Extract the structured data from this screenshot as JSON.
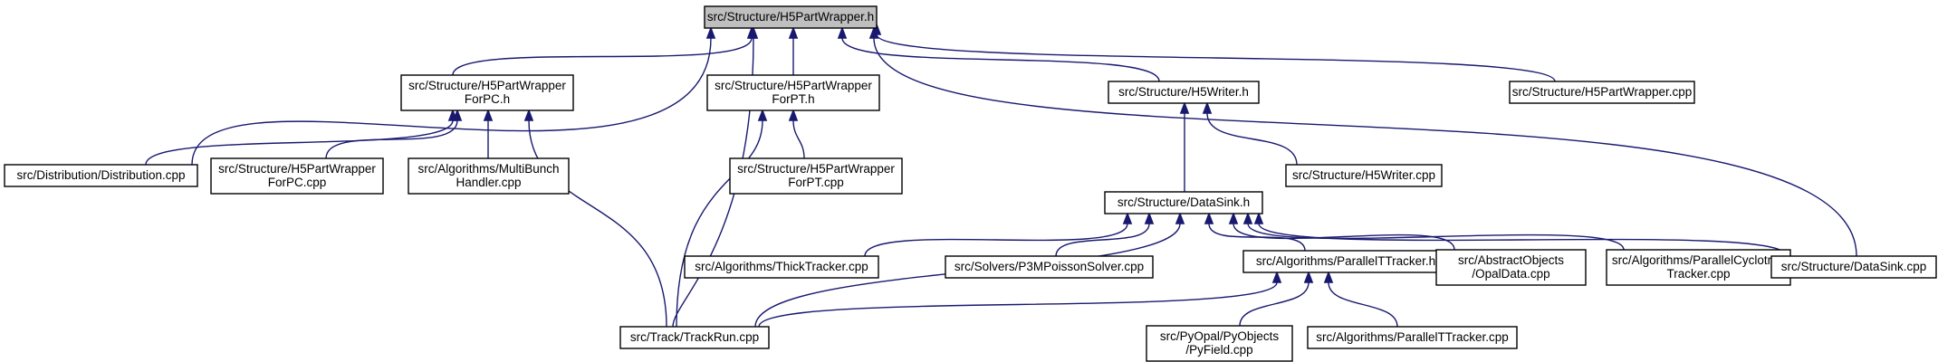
{
  "colors": {
    "edge": "#191970",
    "root_fill": "#bfbfbf",
    "node_fill": "#ffffff",
    "node_border": "#000000"
  },
  "nodes": [
    {
      "id": "h5pw_h",
      "lines": [
        "src/Structure/H5PartWrapper.h"
      ],
      "root": true
    },
    {
      "id": "pc_h",
      "lines": [
        "src/Structure/H5PartWrapper",
        "ForPC.h"
      ]
    },
    {
      "id": "pt_h",
      "lines": [
        "src/Structure/H5PartWrapper",
        "ForPT.h"
      ]
    },
    {
      "id": "writer_h",
      "lines": [
        "src/Structure/H5Writer.h"
      ]
    },
    {
      "id": "h5pw_cpp",
      "lines": [
        "src/Structure/H5PartWrapper.cpp"
      ]
    },
    {
      "id": "dist",
      "lines": [
        "src/Distribution/Distribution.cpp"
      ]
    },
    {
      "id": "pc_cpp",
      "lines": [
        "src/Structure/H5PartWrapper",
        "ForPC.cpp"
      ]
    },
    {
      "id": "multi",
      "lines": [
        "src/Algorithms/MultiBunch",
        "Handler.cpp"
      ]
    },
    {
      "id": "pt_cpp",
      "lines": [
        "src/Structure/H5PartWrapper",
        "ForPT.cpp"
      ]
    },
    {
      "id": "sink_h",
      "lines": [
        "src/Structure/DataSink.h"
      ]
    },
    {
      "id": "writer_cpp",
      "lines": [
        "src/Structure/H5Writer.cpp"
      ]
    },
    {
      "id": "thick",
      "lines": [
        "src/Algorithms/ThickTracker.cpp"
      ]
    },
    {
      "id": "p3m",
      "lines": [
        "src/Solvers/P3MPoissonSolver.cpp"
      ]
    },
    {
      "id": "ptt_h",
      "lines": [
        "src/Algorithms/ParallelTTracker.h"
      ]
    },
    {
      "id": "opal",
      "lines": [
        "src/AbstractObjects",
        "/OpalData.cpp"
      ]
    },
    {
      "id": "cyclo",
      "lines": [
        "src/Algorithms/ParallelCyclotron",
        "Tracker.cpp"
      ]
    },
    {
      "id": "sink_cpp",
      "lines": [
        "src/Structure/DataSink.cpp"
      ]
    },
    {
      "id": "track",
      "lines": [
        "src/Track/TrackRun.cpp"
      ]
    },
    {
      "id": "pyfield",
      "lines": [
        "src/PyOpal/PyObjects",
        "/PyField.cpp"
      ]
    },
    {
      "id": "ptt_cpp",
      "lines": [
        "src/Algorithms/ParallelTTracker.cpp"
      ]
    }
  ],
  "edges": [
    {
      "from": "dist",
      "to": "h5pw_h"
    },
    {
      "from": "pc_h",
      "to": "h5pw_h"
    },
    {
      "from": "track",
      "to": "h5pw_h"
    },
    {
      "from": "pt_h",
      "to": "h5pw_h"
    },
    {
      "from": "writer_h",
      "to": "h5pw_h"
    },
    {
      "from": "h5pw_cpp",
      "to": "h5pw_h"
    },
    {
      "from": "sink_cpp",
      "to": "h5pw_h"
    },
    {
      "from": "dist",
      "to": "pc_h"
    },
    {
      "from": "pc_cpp",
      "to": "pc_h"
    },
    {
      "from": "multi",
      "to": "pc_h"
    },
    {
      "from": "track",
      "to": "pc_h"
    },
    {
      "from": "pt_cpp",
      "to": "pt_h"
    },
    {
      "from": "track",
      "to": "pt_h"
    },
    {
      "from": "sink_h",
      "to": "writer_h"
    },
    {
      "from": "writer_cpp",
      "to": "writer_h"
    },
    {
      "from": "thick",
      "to": "sink_h"
    },
    {
      "from": "p3m",
      "to": "sink_h"
    },
    {
      "from": "track",
      "to": "sink_h"
    },
    {
      "from": "ptt_h",
      "to": "sink_h"
    },
    {
      "from": "opal",
      "to": "sink_h"
    },
    {
      "from": "cyclo",
      "to": "sink_h"
    },
    {
      "from": "sink_cpp",
      "to": "sink_h"
    },
    {
      "from": "track",
      "to": "ptt_h"
    },
    {
      "from": "pyfield",
      "to": "ptt_h"
    },
    {
      "from": "ptt_cpp",
      "to": "ptt_h"
    }
  ]
}
